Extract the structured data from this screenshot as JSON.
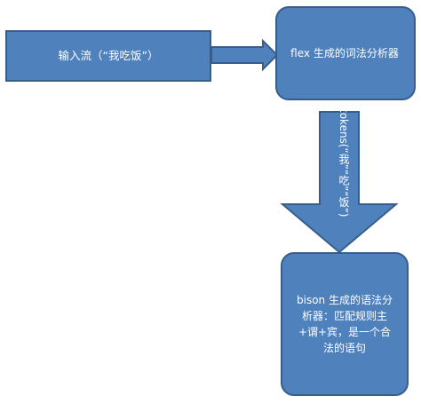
{
  "colors": {
    "fill": "#4f81bd",
    "stroke": "#385d8a",
    "text": "#ffffff"
  },
  "nodes": {
    "input_stream": "输入流（“我吃饭”）",
    "flex": "flex 生成的词法分析器",
    "bison": "bison 生成的语法分析器：匹配规则主+谓+宾，是一个合法的语句"
  },
  "edges": {
    "tokens": "tokens(“我”“吃”“饭”)"
  }
}
